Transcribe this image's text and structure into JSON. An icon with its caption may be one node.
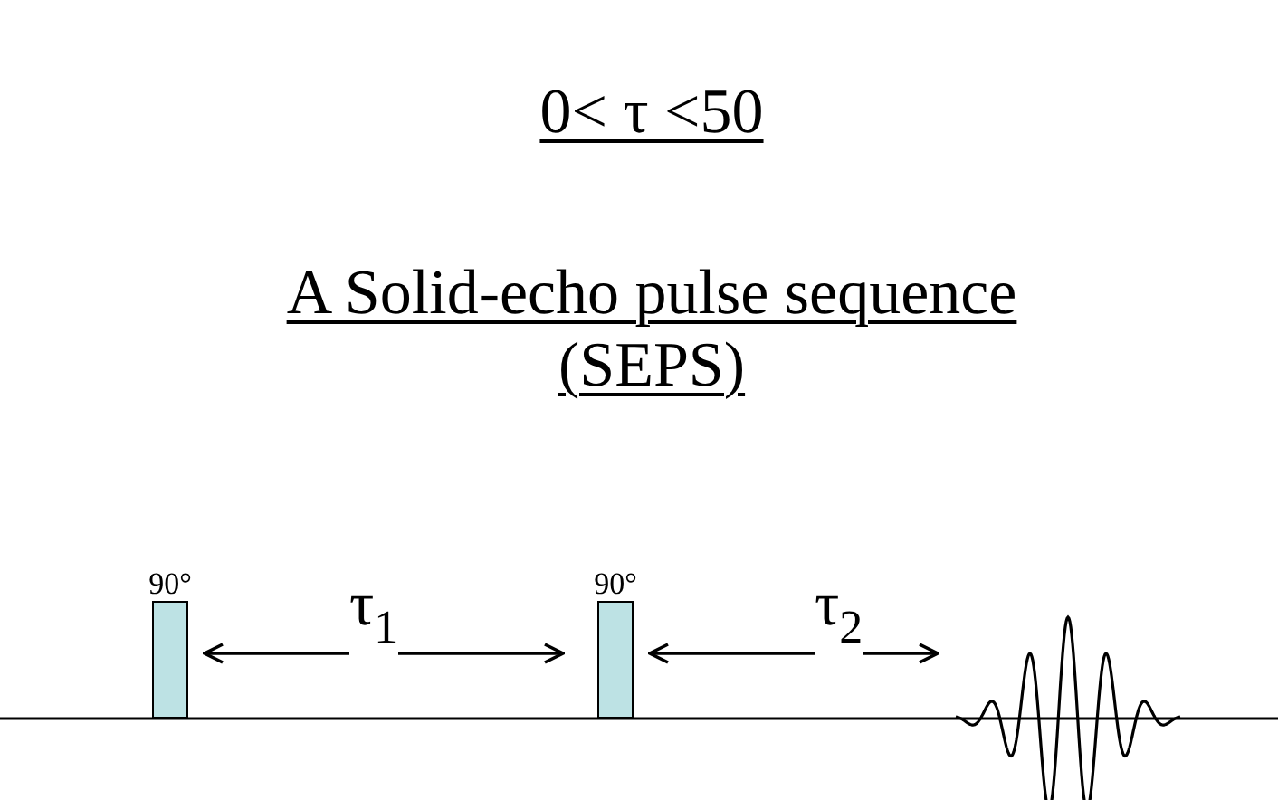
{
  "diagram": {
    "title": "A Solid-echo pulse sequence (SEPS)",
    "nodes": [
      {
        "text": [
          "90°"
        ]
      },
      {
        "text": [
          "90°"
        ]
      },
      {
        "text": [],
        "shape": "picture"
      }
    ],
    "edges": [
      {
        "from": 0,
        "to": 1,
        "arrow": "both",
        "label": "τ$_{1}$"
      },
      {
        "from": 1,
        "to": 2,
        "arrow": "both",
        "label": "τ$_{2}$"
      }
    ],
    "labels": [
      "0< τ <50"
    ]
  }
}
